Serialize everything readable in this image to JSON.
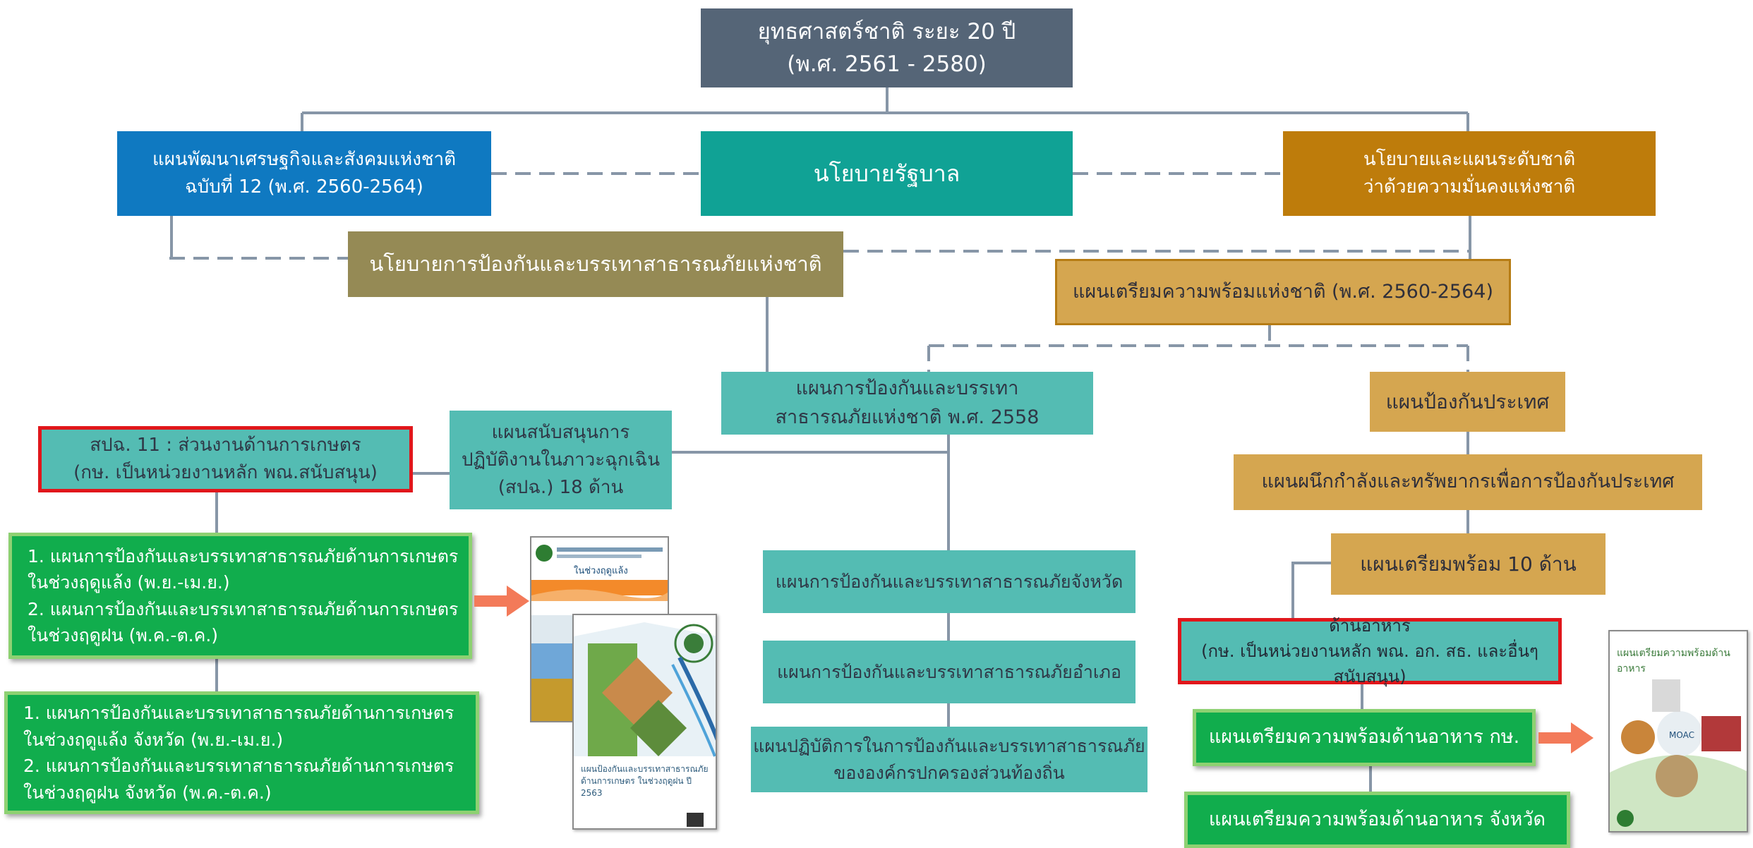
{
  "colors": {
    "slate": "#556577",
    "blue": "#0f79c1",
    "teal": "#10a295",
    "bronze": "#be7c0b",
    "olive": "#958a55",
    "tan": "#d5a650",
    "mint": "#54bcb3",
    "green": "#11ad4d",
    "red_border": "#e1161b",
    "connector": "#8796a7",
    "arrow": "#f37a59"
  },
  "nodes": {
    "top": "ยุทธศาสตร์ชาติ ระยะ 20 ปี\n(พ.ศ. 2561 - 2580)",
    "econ_plan": "แผนพัฒนาเศรษฐกิจและสังคมแห่งชาติ\nฉบับที่ 12 (พ.ศ. 2560-2564)",
    "gov_policy": "นโยบายรัฐบาล",
    "security_policy": "นโยบายและแผนระดับชาติ\nว่าด้วยความมั่นคงแห่งชาติ",
    "disaster_policy": "นโยบายการป้องกันและบรรเทาสาธารณภัยแห่งชาติ",
    "prep_plan": "แผนเตรียมความพร้อมแห่งชาติ (พ.ศ. 2560-2564)",
    "disaster_plan": "แผนการป้องกันและบรรเทา\nสาธารณภัยแห่งชาติ พ.ศ. 2558",
    "defense_plan": "แผนป้องกันประเทศ",
    "support_plan": "แผนสนับสนุนการ\nปฏิบัติงานในภาวะฉุกเฉิน\n(สปฉ.) 18 ด้าน",
    "spc11": "สปฉ. 11 : ส่วนงานด้านการเกษตร\n(กษ. เป็นหน่วยงานหลัก พณ.สนับสนุน)",
    "resource_plan": "แผนผนึกกำลังและทรัพยากรเพื่อการป้องกันประเทศ",
    "prep10": "แผนเตรียมพร้อม 10 ด้าน",
    "agri_plans": "1. แผนการป้องกันและบรรเทาสาธารณภัยด้านการเกษตร\n    ในช่วงฤดูแล้ง (พ.ย.-เม.ย.)\n2. แผนการป้องกันและบรรเทาสาธารณภัยด้านการเกษตร\n    ในช่วงฤดูฝน (พ.ค.-ต.ค.)",
    "prov_agri_plans": "1. แผนการป้องกันและบรรเทาสาธารณภัยด้านการเกษตร\n    ในช่วงฤดูแล้ง จังหวัด (พ.ย.-เม.ย.)\n2. แผนการป้องกันและบรรเทาสาธารณภัยด้านการเกษตร\n    ในช่วงฤดูฝน จังหวัด (พ.ค.-ต.ค.)",
    "province_plan": "แผนการป้องกันและบรรเทาสาธารณภัยจังหวัด",
    "district_plan": "แผนการป้องกันและบรรเทาสาธารณภัยอำเภอ",
    "local_plan": "แผนปฏิบัติการในการป้องกันและบรรเทาสาธารณภัย\nขององค์กรปกครองส่วนท้องถิ่น",
    "food": "ด้านอาหาร\n(กษ. เป็นหน่วยงานหลัก พณ. อก. สธ. และอื่นๆ สนับสนุน)",
    "food_plan": "แผนเตรียมความพร้อมด้านอาหาร กษ.",
    "food_prov_plan": "แผนเตรียมความพร้อมด้านอาหาร จังหวัด"
  },
  "documents": {
    "doc1_header": "ในช่วงฤดูแล้ง",
    "doc2_title": "แผนป้องกันและบรรเทาสาธารณภัย\nด้านการเกษตร ในช่วงฤดูฝน ปี 2563",
    "doc3_title": "แผนเตรียมความพร้อมด้านอาหาร",
    "doc3_badge": "MOAC"
  }
}
